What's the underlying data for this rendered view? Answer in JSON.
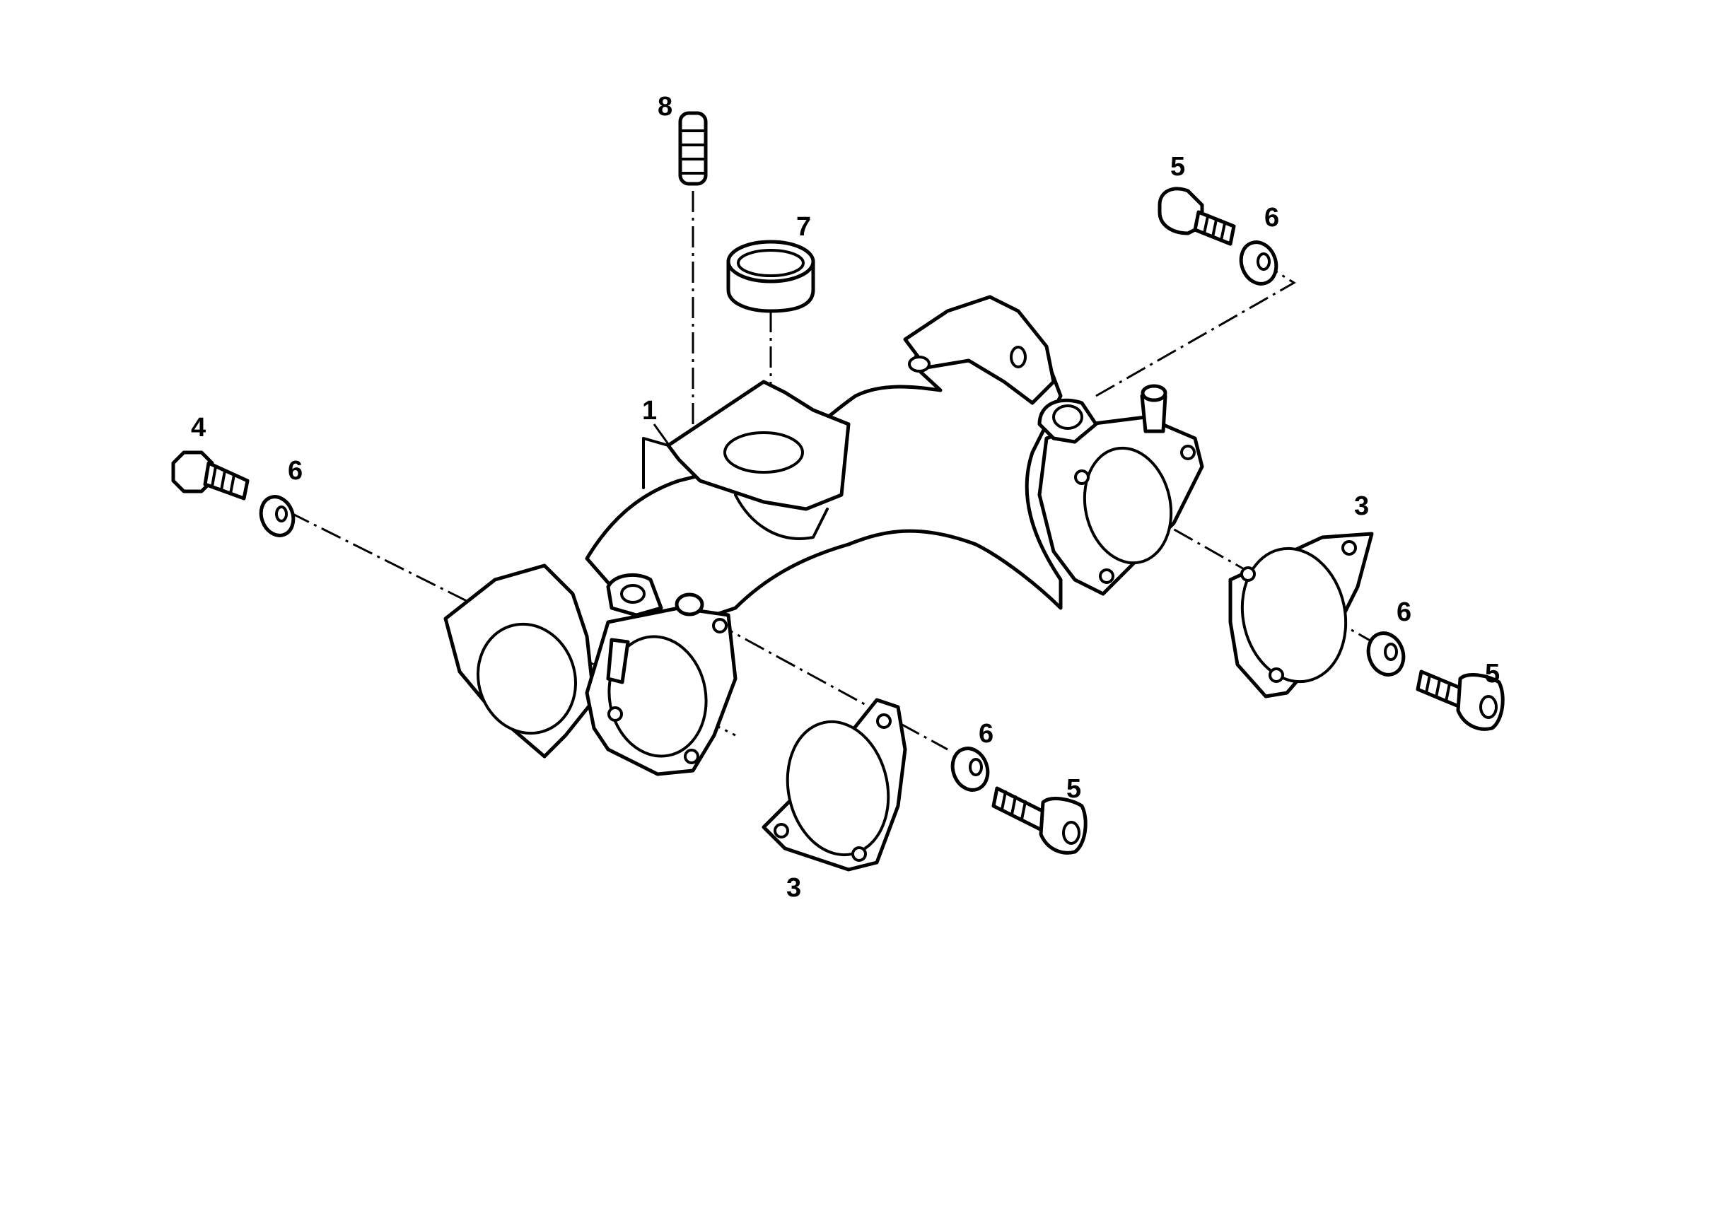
{
  "callouts": {
    "housing": "1",
    "gasket_front": "3",
    "gasket_right": "3",
    "bolt_hex": "4",
    "bolt_top_right": "5",
    "bolt_right": "5",
    "bolt_front": "5",
    "washer_left": "6",
    "washer_top_right": "6",
    "washer_right": "6",
    "washer_front": "6",
    "cap": "7",
    "stud": "8"
  }
}
